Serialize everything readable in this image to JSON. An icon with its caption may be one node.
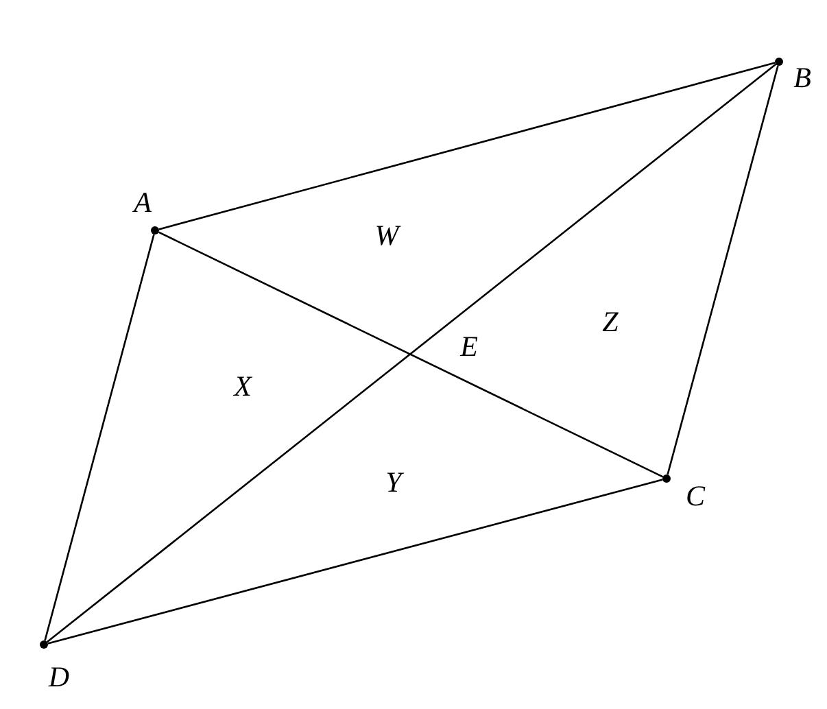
{
  "diagram": {
    "nodes": [
      {
        "text": [],
        "shape": "dot",
        "beside": [
          "A"
        ]
      },
      {
        "text": [],
        "shape": "dot",
        "beside": [
          "B"
        ]
      },
      {
        "text": [],
        "shape": "dot",
        "beside": [
          "C"
        ]
      },
      {
        "text": [],
        "shape": "dot",
        "beside": [
          "D"
        ]
      }
    ],
    "edges": [
      {
        "from": 0,
        "to": 1,
        "arrow": "none"
      },
      {
        "from": 1,
        "to": 2,
        "arrow": "none"
      },
      {
        "from": 2,
        "to": 3,
        "arrow": "none"
      },
      {
        "from": 3,
        "to": 0,
        "arrow": "none"
      },
      {
        "from": 0,
        "to": 2,
        "arrow": "none"
      },
      {
        "from": 1,
        "to": 3,
        "arrow": "none"
      }
    ],
    "labels": [
      "W",
      "Z",
      "E",
      "X",
      "Y"
    ]
  }
}
